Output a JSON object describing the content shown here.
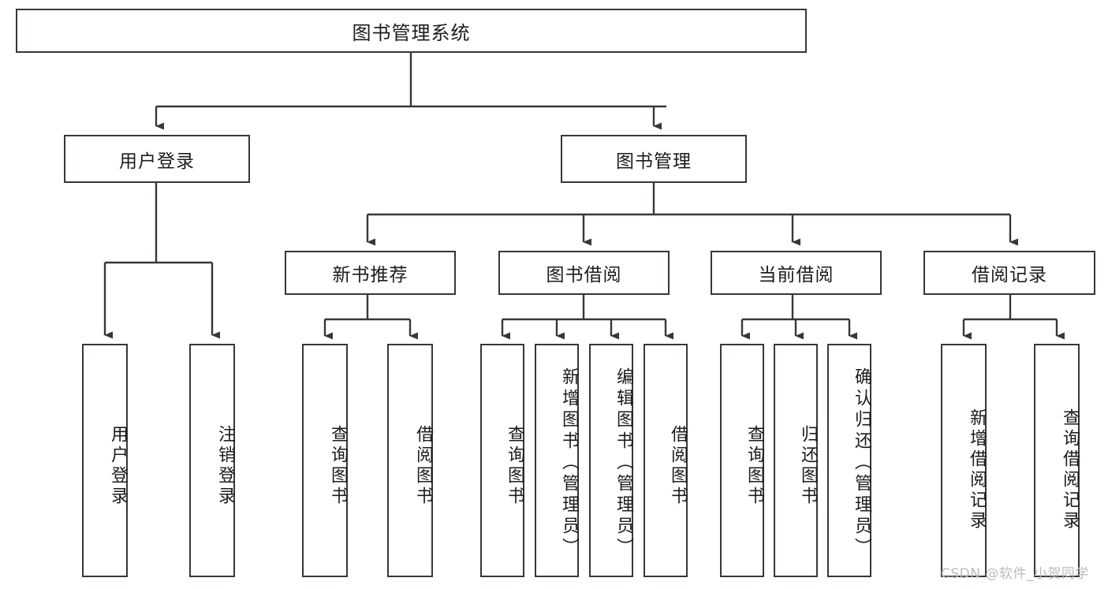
{
  "diagram": {
    "type": "tree",
    "title": "图书管理系统",
    "root": {
      "id": "root",
      "label": "图书管理系统"
    },
    "level2": [
      {
        "id": "user-login",
        "label": "用户登录"
      },
      {
        "id": "book-manage",
        "label": "图书管理"
      }
    ],
    "level3": [
      {
        "id": "new-book-rec",
        "label": "新书推荐",
        "parent": "book-manage"
      },
      {
        "id": "book-borrow",
        "label": "图书借阅",
        "parent": "book-manage"
      },
      {
        "id": "current-borrow",
        "label": "当前借阅",
        "parent": "book-manage"
      },
      {
        "id": "borrow-record",
        "label": "借阅记录",
        "parent": "book-manage"
      }
    ],
    "leaves": [
      {
        "id": "leaf-user-login",
        "label": "用户登录",
        "parent": "user-login"
      },
      {
        "id": "leaf-logout",
        "label": "注销登录",
        "parent": "user-login"
      },
      {
        "id": "leaf-query-book-1",
        "label": "查询图书",
        "parent": "new-book-rec"
      },
      {
        "id": "leaf-borrow-book-1",
        "label": "借阅图书",
        "parent": "new-book-rec"
      },
      {
        "id": "leaf-query-book-2",
        "label": "查询图书",
        "parent": "book-borrow"
      },
      {
        "id": "leaf-add-book",
        "label": "新增图书（管理员）",
        "parent": "book-borrow"
      },
      {
        "id": "leaf-edit-book",
        "label": "编辑图书（管理员）",
        "parent": "book-borrow"
      },
      {
        "id": "leaf-borrow-book-2",
        "label": "借阅图书",
        "parent": "book-borrow"
      },
      {
        "id": "leaf-query-book-3",
        "label": "查询图书",
        "parent": "current-borrow"
      },
      {
        "id": "leaf-return-book",
        "label": "归还图书",
        "parent": "current-borrow"
      },
      {
        "id": "leaf-confirm-return",
        "label": "确认归还（管理员）",
        "parent": "current-borrow"
      },
      {
        "id": "leaf-add-record",
        "label": "新增借阅记录",
        "parent": "borrow-record"
      },
      {
        "id": "leaf-query-record",
        "label": "查询借阅记录",
        "parent": "borrow-record"
      }
    ]
  },
  "watermark": {
    "text": "CSDN @软件_小贺同学"
  },
  "colors": {
    "border": "#33383d",
    "text": "#1b1c1d",
    "background": "#ffffff",
    "watermark": "#b9bcc0"
  }
}
